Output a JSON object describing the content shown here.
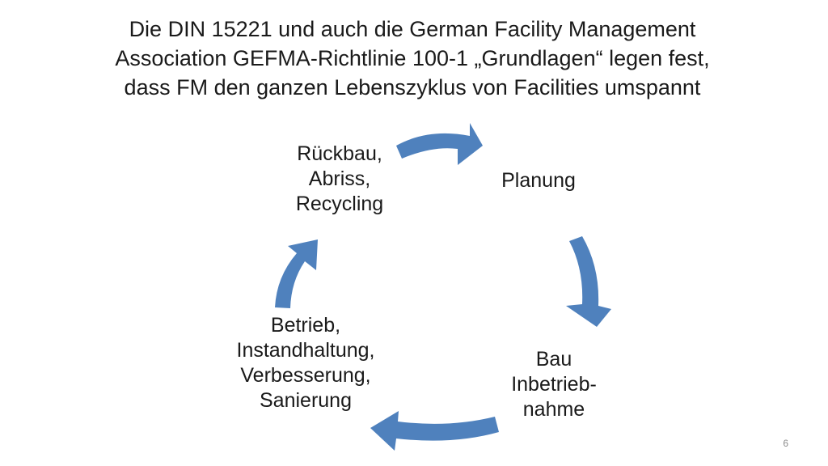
{
  "title": {
    "lines": [
      "Die DIN  15221 und auch die German Facility Management",
      "Association GEFMA-Richtlinie 100-1 „Grundlagen“  legen fest,",
      "dass FM den ganzen Lebenszyklus von Facilities umspannt"
    ]
  },
  "cycle": {
    "arrow_color": "#4f81bd",
    "nodes": {
      "planung": [
        "Planung"
      ],
      "bau": [
        "Bau",
        "Inbetrieb-",
        "nahme"
      ],
      "betrieb": [
        "Betrieb,",
        "Instandhaltung,",
        "Verbesserung,",
        "Sanierung"
      ],
      "rueckbau": [
        "Rückbau,",
        "Abriss,",
        "Recycling"
      ]
    }
  },
  "slide_number": "6"
}
